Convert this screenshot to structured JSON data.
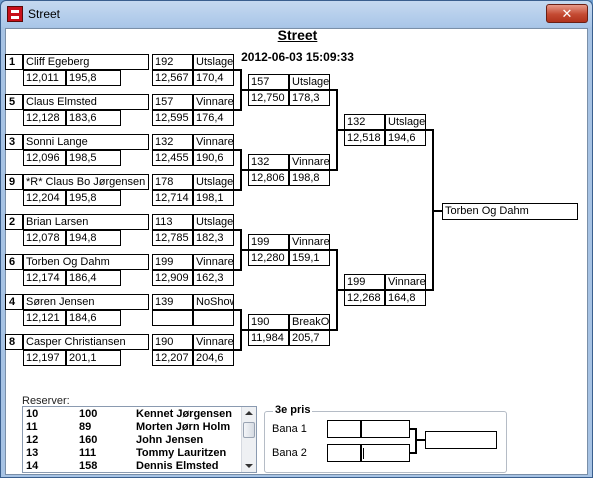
{
  "window": {
    "title": "Street",
    "close_label": "✕"
  },
  "heading": {
    "title": "Street",
    "datetime": "2012-06-03 15:09:33"
  },
  "round1": [
    {
      "seed": "1",
      "name": "Cliff Egeberg",
      "time": "12,011",
      "speed": "195,8",
      "num": "192",
      "result": "Utslager",
      "time2": "12,567",
      "speed2": "170,4"
    },
    {
      "seed": "5",
      "name": "Claus Elmsted",
      "time": "12,128",
      "speed": "183,6",
      "num": "157",
      "result": "Vinnare",
      "time2": "12,595",
      "speed2": "176,4"
    },
    {
      "seed": "3",
      "name": "Sonni Lange",
      "time": "12,096",
      "speed": "198,5",
      "num": "132",
      "result": "Vinnare",
      "time2": "12,455",
      "speed2": "190,6"
    },
    {
      "seed": "9",
      "name": "*R* Claus Bo Jørgensen",
      "time": "12,204",
      "speed": "195,8",
      "num": "178",
      "result": "Utslager",
      "time2": "12,714",
      "speed2": "198,1"
    },
    {
      "seed": "2",
      "name": "Brian Larsen",
      "time": "12,078",
      "speed": "194,8",
      "num": "113",
      "result": "Utslager",
      "time2": "12,785",
      "speed2": "182,3"
    },
    {
      "seed": "6",
      "name": "Torben Og Dahm",
      "time": "12,174",
      "speed": "186,4",
      "num": "199",
      "result": "Vinnare",
      "time2": "12,909",
      "speed2": "162,3"
    },
    {
      "seed": "4",
      "name": "Søren Jensen",
      "time": "12,121",
      "speed": "184,6",
      "num": "139",
      "result": "NoShow",
      "time2": "",
      "speed2": ""
    },
    {
      "seed": "8",
      "name": "Casper Christiansen",
      "time": "12,197",
      "speed": "201,1",
      "num": "190",
      "result": "Vinnare",
      "time2": "12,207",
      "speed2": "204,6"
    }
  ],
  "round2": [
    {
      "num": "157",
      "result": "Utslager",
      "time": "12,750",
      "speed": "178,3"
    },
    {
      "num": "132",
      "result": "Vinnare",
      "time": "12,806",
      "speed": "198,8"
    },
    {
      "num": "199",
      "result": "Vinnare",
      "time": "12,280",
      "speed": "159,1"
    },
    {
      "num": "190",
      "result": "BreakOut",
      "time": "11,984",
      "speed": "205,7"
    }
  ],
  "round3": [
    {
      "num": "132",
      "result": "Utslager",
      "time": "12,518",
      "speed": "194,6"
    },
    {
      "num": "199",
      "result": "Vinnare",
      "time": "12,268",
      "speed": "164,8"
    }
  ],
  "final": {
    "winner": "Torben Og Dahm"
  },
  "reserves": {
    "label": "Reserver:",
    "rows": [
      {
        "pos": "10",
        "num": "100",
        "name": "Kennet Jørgensen"
      },
      {
        "pos": "11",
        "num": "89",
        "name": "Morten Jørn Holm"
      },
      {
        "pos": "12",
        "num": "160",
        "name": "John Jensen"
      },
      {
        "pos": "13",
        "num": "111",
        "name": "Tommy Lauritzen"
      },
      {
        "pos": "14",
        "num": "158",
        "name": "Dennis Elmsted"
      }
    ]
  },
  "third_place": {
    "title": "3e pris",
    "lane1_label": "Bana 1",
    "lane2_label": "Bana 2"
  }
}
